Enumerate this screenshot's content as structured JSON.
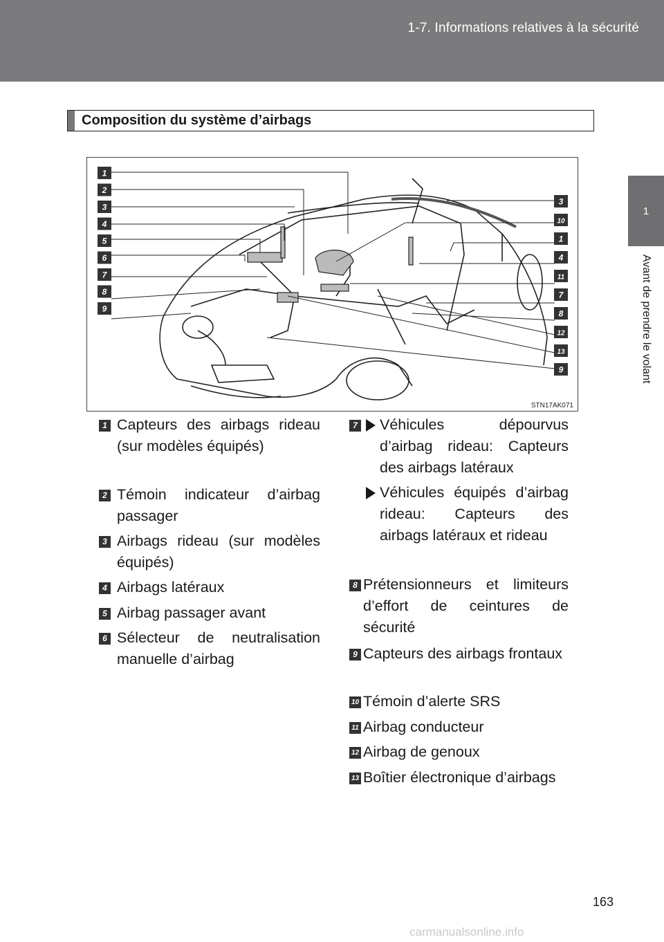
{
  "header": {
    "title": "1-7. Informations relatives à la sécurité"
  },
  "side_tab": {
    "number": "1",
    "label": "Avant de prendre le volant"
  },
  "section": {
    "title": "Composition du système d’airbags"
  },
  "diagram": {
    "code": "STN17AK071",
    "left_callouts": [
      "1",
      "2",
      "3",
      "4",
      "5",
      "6",
      "7",
      "8",
      "9"
    ],
    "right_callouts": [
      "3",
      "10",
      "1",
      "4",
      "11",
      "7",
      "8",
      "12",
      "13",
      "9"
    ]
  },
  "left_list": [
    {
      "num": "1",
      "text": "Capteurs des airbags rideau (sur modèles équipés)"
    },
    {
      "num": "2",
      "text": "Témoin indicateur d’airbag passager"
    },
    {
      "num": "3",
      "text": "Airbags rideau (sur modèles équipés)"
    },
    {
      "num": "4",
      "text": "Airbags latéraux"
    },
    {
      "num": "5",
      "text": "Airbag passager avant"
    },
    {
      "num": "6",
      "text": "Sélecteur de neutralisation manuelle d’airbag"
    }
  ],
  "right_list": {
    "item7": {
      "num": "7",
      "sub_a": "Véhicules dépourvus d’airbag rideau: Capteurs des airbags latéraux",
      "sub_b": "Véhicules équipés d’airbag rideau: Capteurs des airbags latéraux et rideau"
    },
    "items": [
      {
        "num": "8",
        "text": "Prétensionneurs et limiteurs d’effort de ceintures de sécurité"
      },
      {
        "num": "9",
        "text": "Capteurs des airbags frontaux"
      },
      {
        "num": "10",
        "text": "Témoin d’alerte SRS"
      },
      {
        "num": "11",
        "text": "Airbag conducteur"
      },
      {
        "num": "12",
        "text": "Airbag de genoux"
      },
      {
        "num": "13",
        "text": "Boîtier électronique d’airbags"
      }
    ]
  },
  "page_number": "163",
  "watermark": "carmanualsonline.info"
}
